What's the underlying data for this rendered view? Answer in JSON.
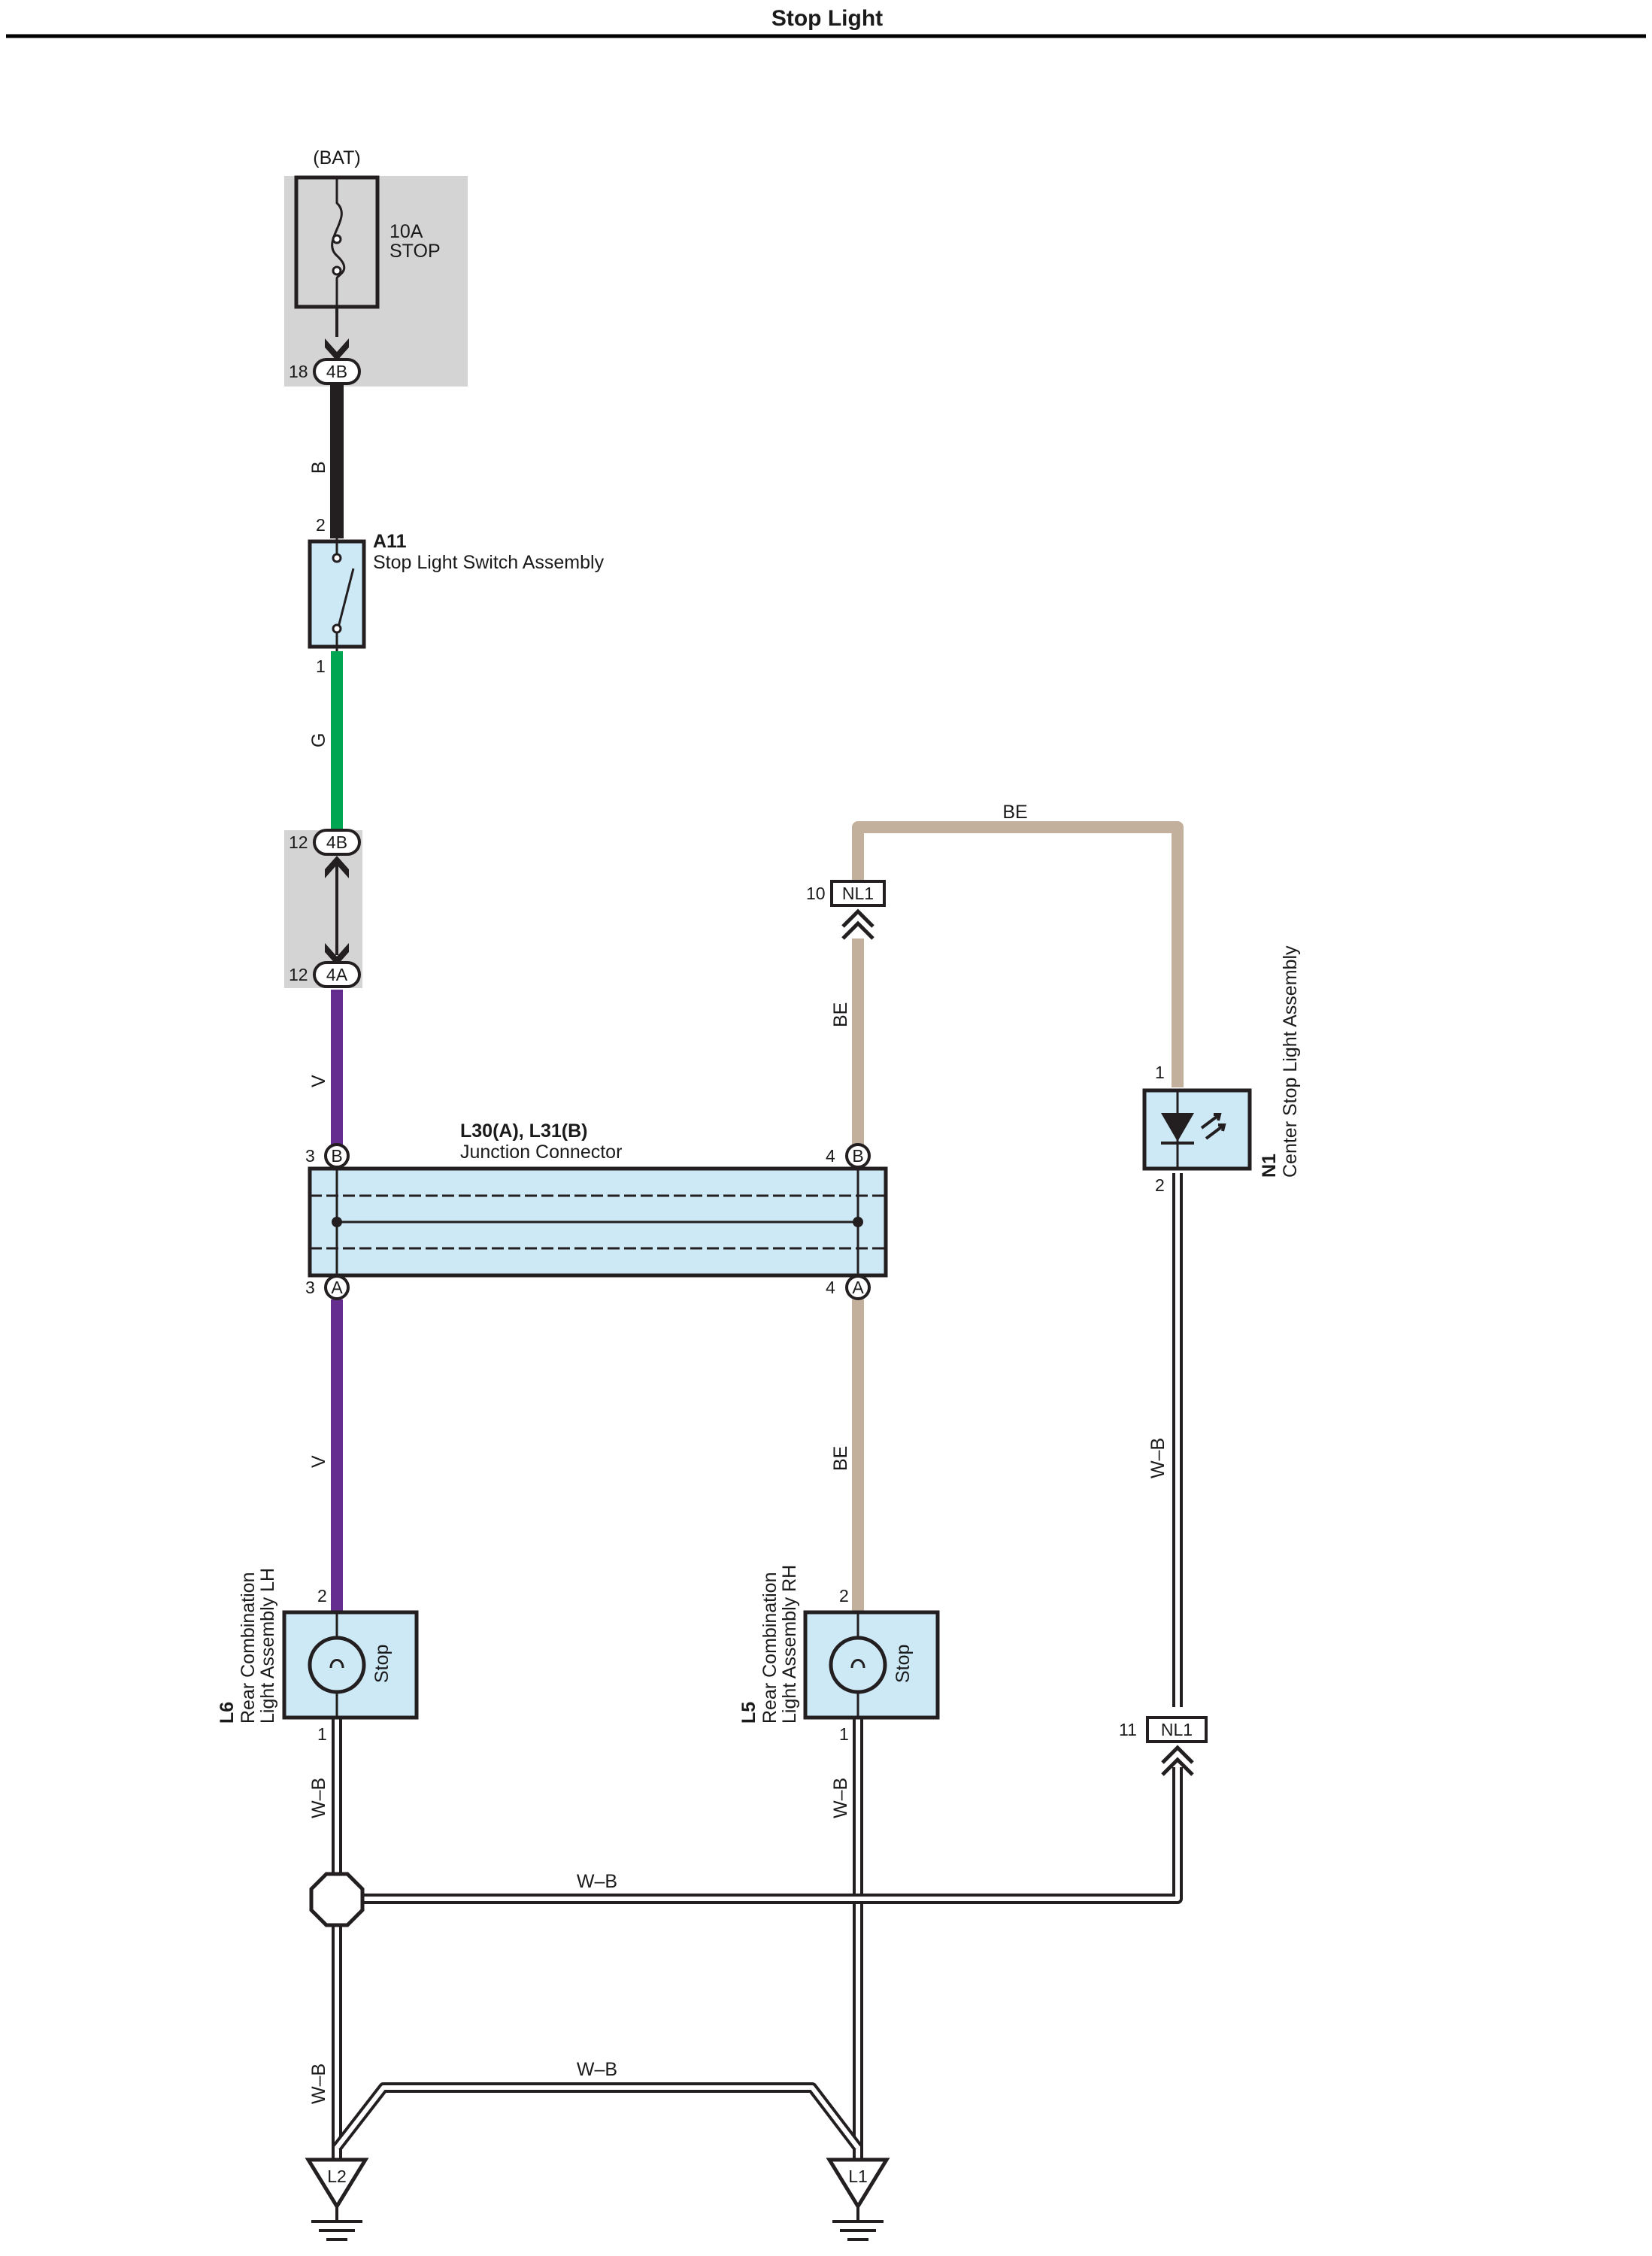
{
  "title": "Stop Light",
  "colors": {
    "wire_B": "#231f20",
    "wire_G": "#00a651",
    "wire_V": "#662d91",
    "wire_BE": "#c2b09c",
    "wire_WB_outline": "#231f20",
    "component_fill": "#cde9f6",
    "fuse_box_shade": "#d4d4d4"
  },
  "power": {
    "source_label": "(BAT)",
    "fuse_amp": "10A",
    "fuse_name": "STOP"
  },
  "connectors": {
    "top_4B_pin": "18",
    "top_4B_name": "4B",
    "mid_4B_pin": "12",
    "mid_4B_name": "4B",
    "mid_4A_pin": "12",
    "mid_4A_name": "4A",
    "nl1_upper_pin": "10",
    "nl1_upper_name": "NL1",
    "nl1_lower_pin": "11",
    "nl1_lower_name": "NL1"
  },
  "components": {
    "a11": {
      "id": "A11",
      "name": "Stop Light Switch Assembly",
      "pin_top": "2",
      "pin_bottom": "1"
    },
    "junction": {
      "id": "L30(A), L31(B)",
      "name": "Junction Connector",
      "pin_b_left": "3",
      "pin_b_right": "4",
      "pin_a_left": "3",
      "pin_a_right": "4",
      "letter_b": "B",
      "letter_a": "A"
    },
    "n1": {
      "id": "N1",
      "name": "Center Stop Light Assembly",
      "pin_top": "1",
      "pin_bottom": "2"
    },
    "l6": {
      "id": "L6",
      "name_line1": "Rear Combination",
      "name_line2": "Light Assembly LH",
      "bulb_label": "Stop",
      "pin_top": "2",
      "pin_bottom": "1"
    },
    "l5": {
      "id": "L5",
      "name_line1": "Rear Combination",
      "name_line2": "Light Assembly RH",
      "bulb_label": "Stop",
      "pin_top": "2",
      "pin_bottom": "1"
    }
  },
  "wire_labels": {
    "b": "B",
    "g": "G",
    "v_upper": "V",
    "v_lower": "V",
    "be_top": "BE",
    "be_upper": "BE",
    "be_lower": "BE",
    "wb_n1": "W–B",
    "wb_l6": "W–B",
    "wb_l5": "W–B",
    "wb_splice": "W–B",
    "wb_left_low": "W–B",
    "wb_bottom": "W–B"
  },
  "grounds": {
    "left": "L2",
    "right": "L1"
  }
}
